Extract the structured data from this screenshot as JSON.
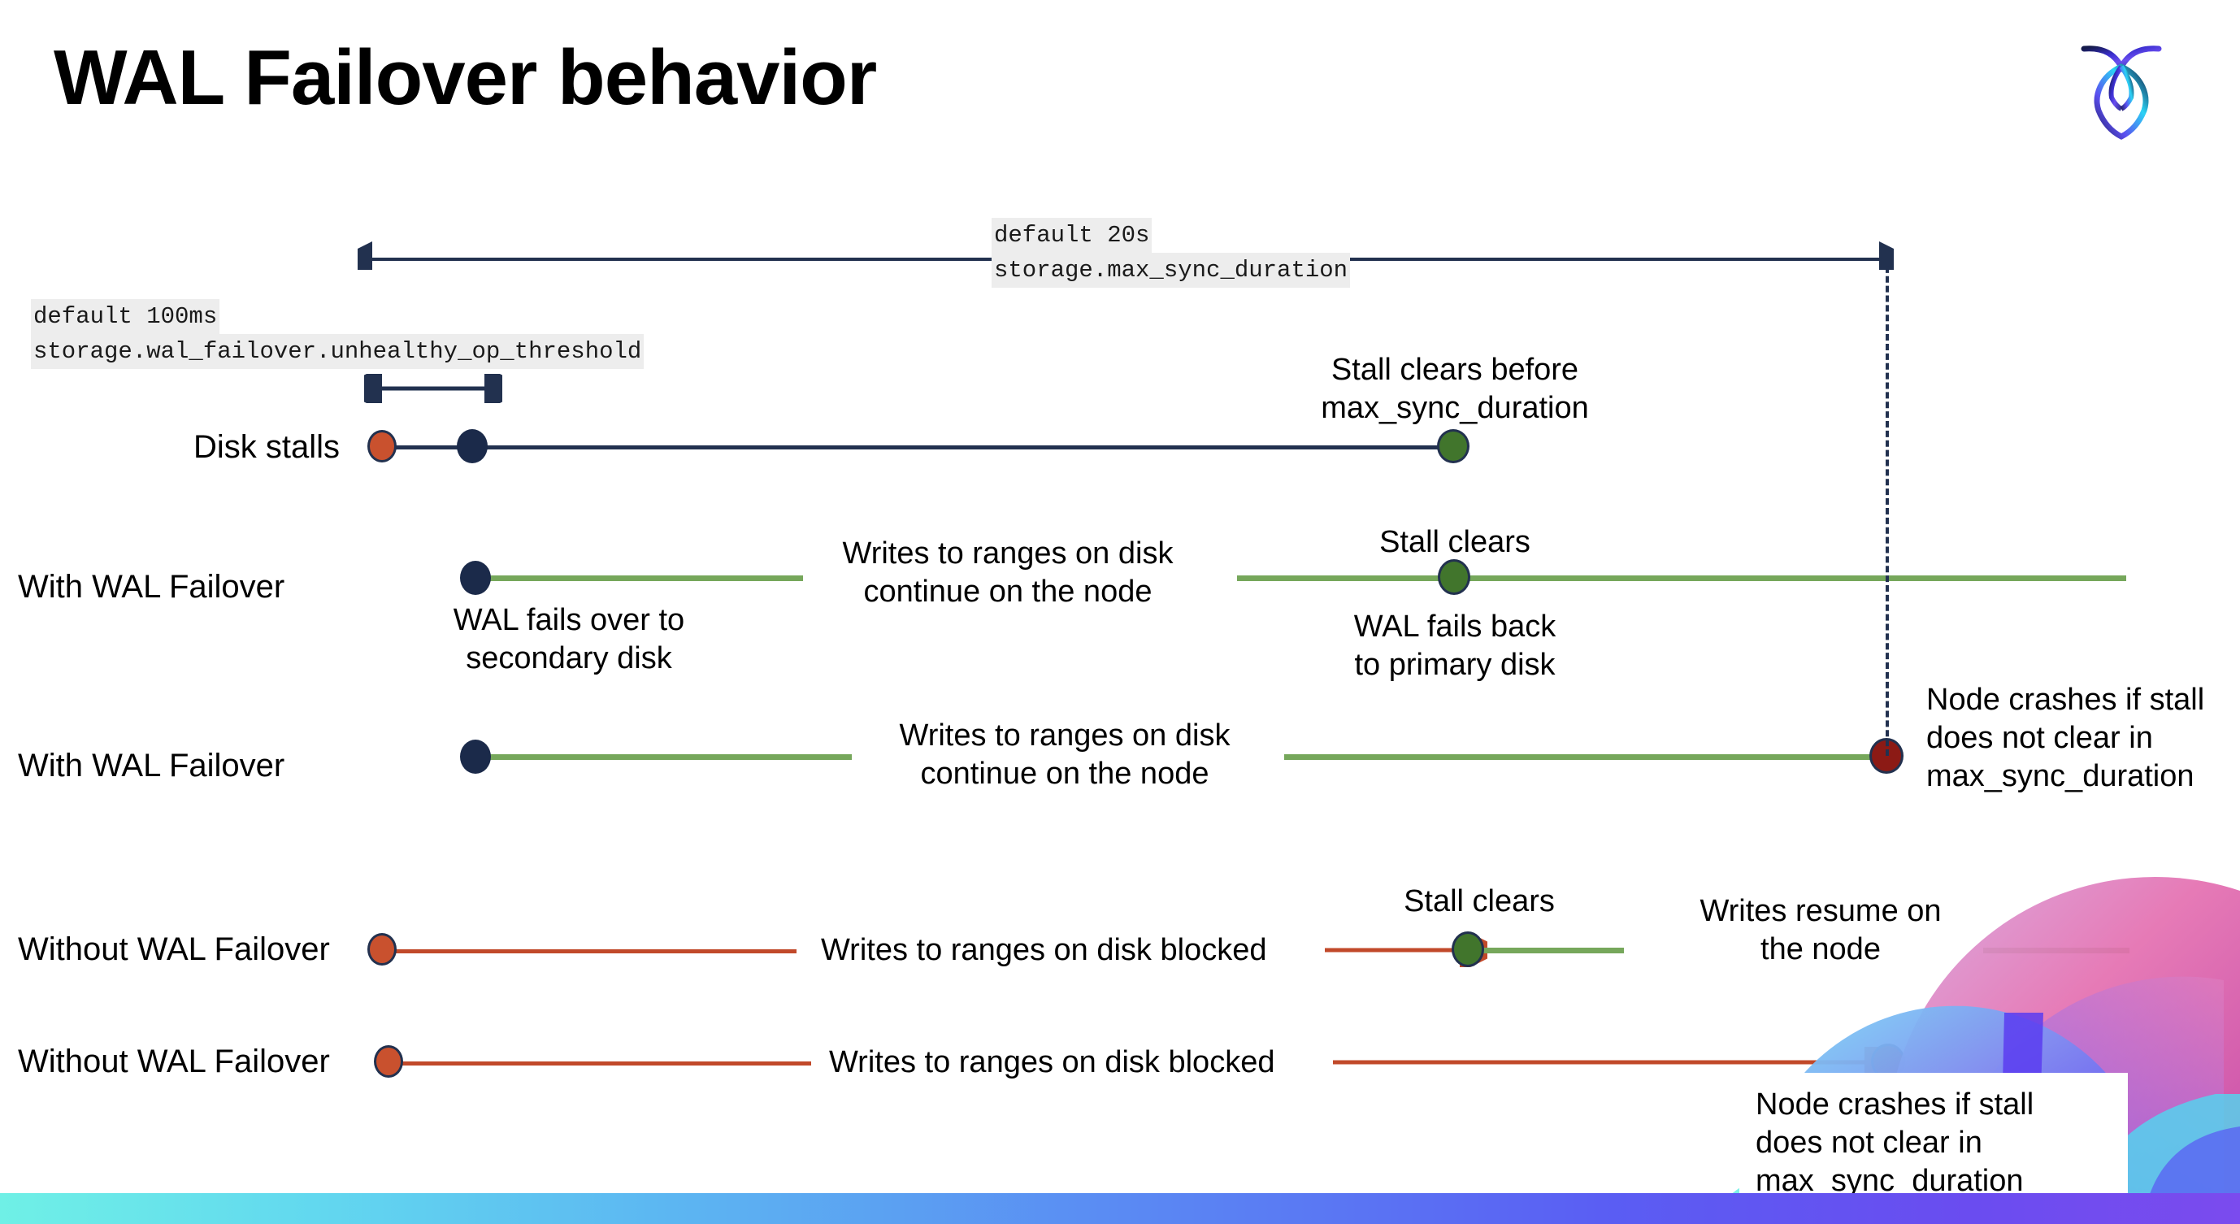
{
  "slide": {
    "title": "WAL Failover behavior",
    "logo_name": "cockroachdb-logo",
    "background": "#ffffff",
    "accent_bar_colors": [
      "#6ff0e6",
      "#5a5df3",
      "#7b4bee"
    ]
  },
  "settings": {
    "max_sync": {
      "default_line": "default 20s",
      "name_line": "storage.max_sync_duration"
    },
    "unhealthy_op": {
      "default_line": "default 100ms",
      "name_line": "storage.wal_failover.unhealthy_op_threshold"
    }
  },
  "colors": {
    "navy": "#22314f",
    "green": "#76a75b",
    "red": "#c1492a",
    "dot_orange": "#c9512e",
    "dot_navy": "#1b2a4a",
    "dot_green": "#41752c",
    "dot_darkred": "#8c1a15",
    "code_bg": "#ededed"
  },
  "rows": [
    {
      "id": "disk-stalls",
      "label": "Disk stalls",
      "line_color": "#22314f",
      "markers": [
        "stall-start-orange",
        "failover-navy",
        "stall-clear-green"
      ]
    },
    {
      "id": "with-wal-failover-1",
      "label": "With WAL Failover",
      "line_color": "#76a75b",
      "markers": [
        "failover-navy",
        "stall-clear-green"
      ]
    },
    {
      "id": "with-wal-failover-2",
      "label": "With WAL Failover",
      "line_color": "#76a75b",
      "markers": [
        "failover-navy",
        "node-crash-darkred"
      ]
    },
    {
      "id": "without-wal-failover-1",
      "label": "Without WAL Failover",
      "line_color": "#c1492a",
      "markers": [
        "stall-start-orange",
        "stall-clear-green"
      ]
    },
    {
      "id": "without-wal-failover-2",
      "label": "Without WAL Failover",
      "line_color": "#c1492a",
      "markers": [
        "stall-start-orange",
        "node-crash-darkred"
      ]
    }
  ],
  "annotations": {
    "stall_clears_before": "Stall clears before\nmax_sync_duration",
    "writes_continue_1": "Writes to ranges on disk\ncontinue on the node",
    "stall_clears_2": "Stall clears",
    "wal_fails_over": "WAL fails over to\nsecondary disk",
    "wal_fails_back": "WAL fails  back\nto primary disk",
    "writes_continue_2": "Writes to ranges on disk\ncontinue on the node",
    "node_crashes_1": "Node crashes if stall\ndoes not clear in\nmax_sync_duration",
    "stall_clears_3": "Stall clears",
    "writes_blocked_1": "Writes to ranges on disk  blocked",
    "writes_resume": "Writes resume on\nthe node",
    "writes_blocked_2": "Writes to ranges on disk  blocked",
    "node_crashes_2": "Node crashes if stall\ndoes not clear in\nmax_sync_duration"
  }
}
